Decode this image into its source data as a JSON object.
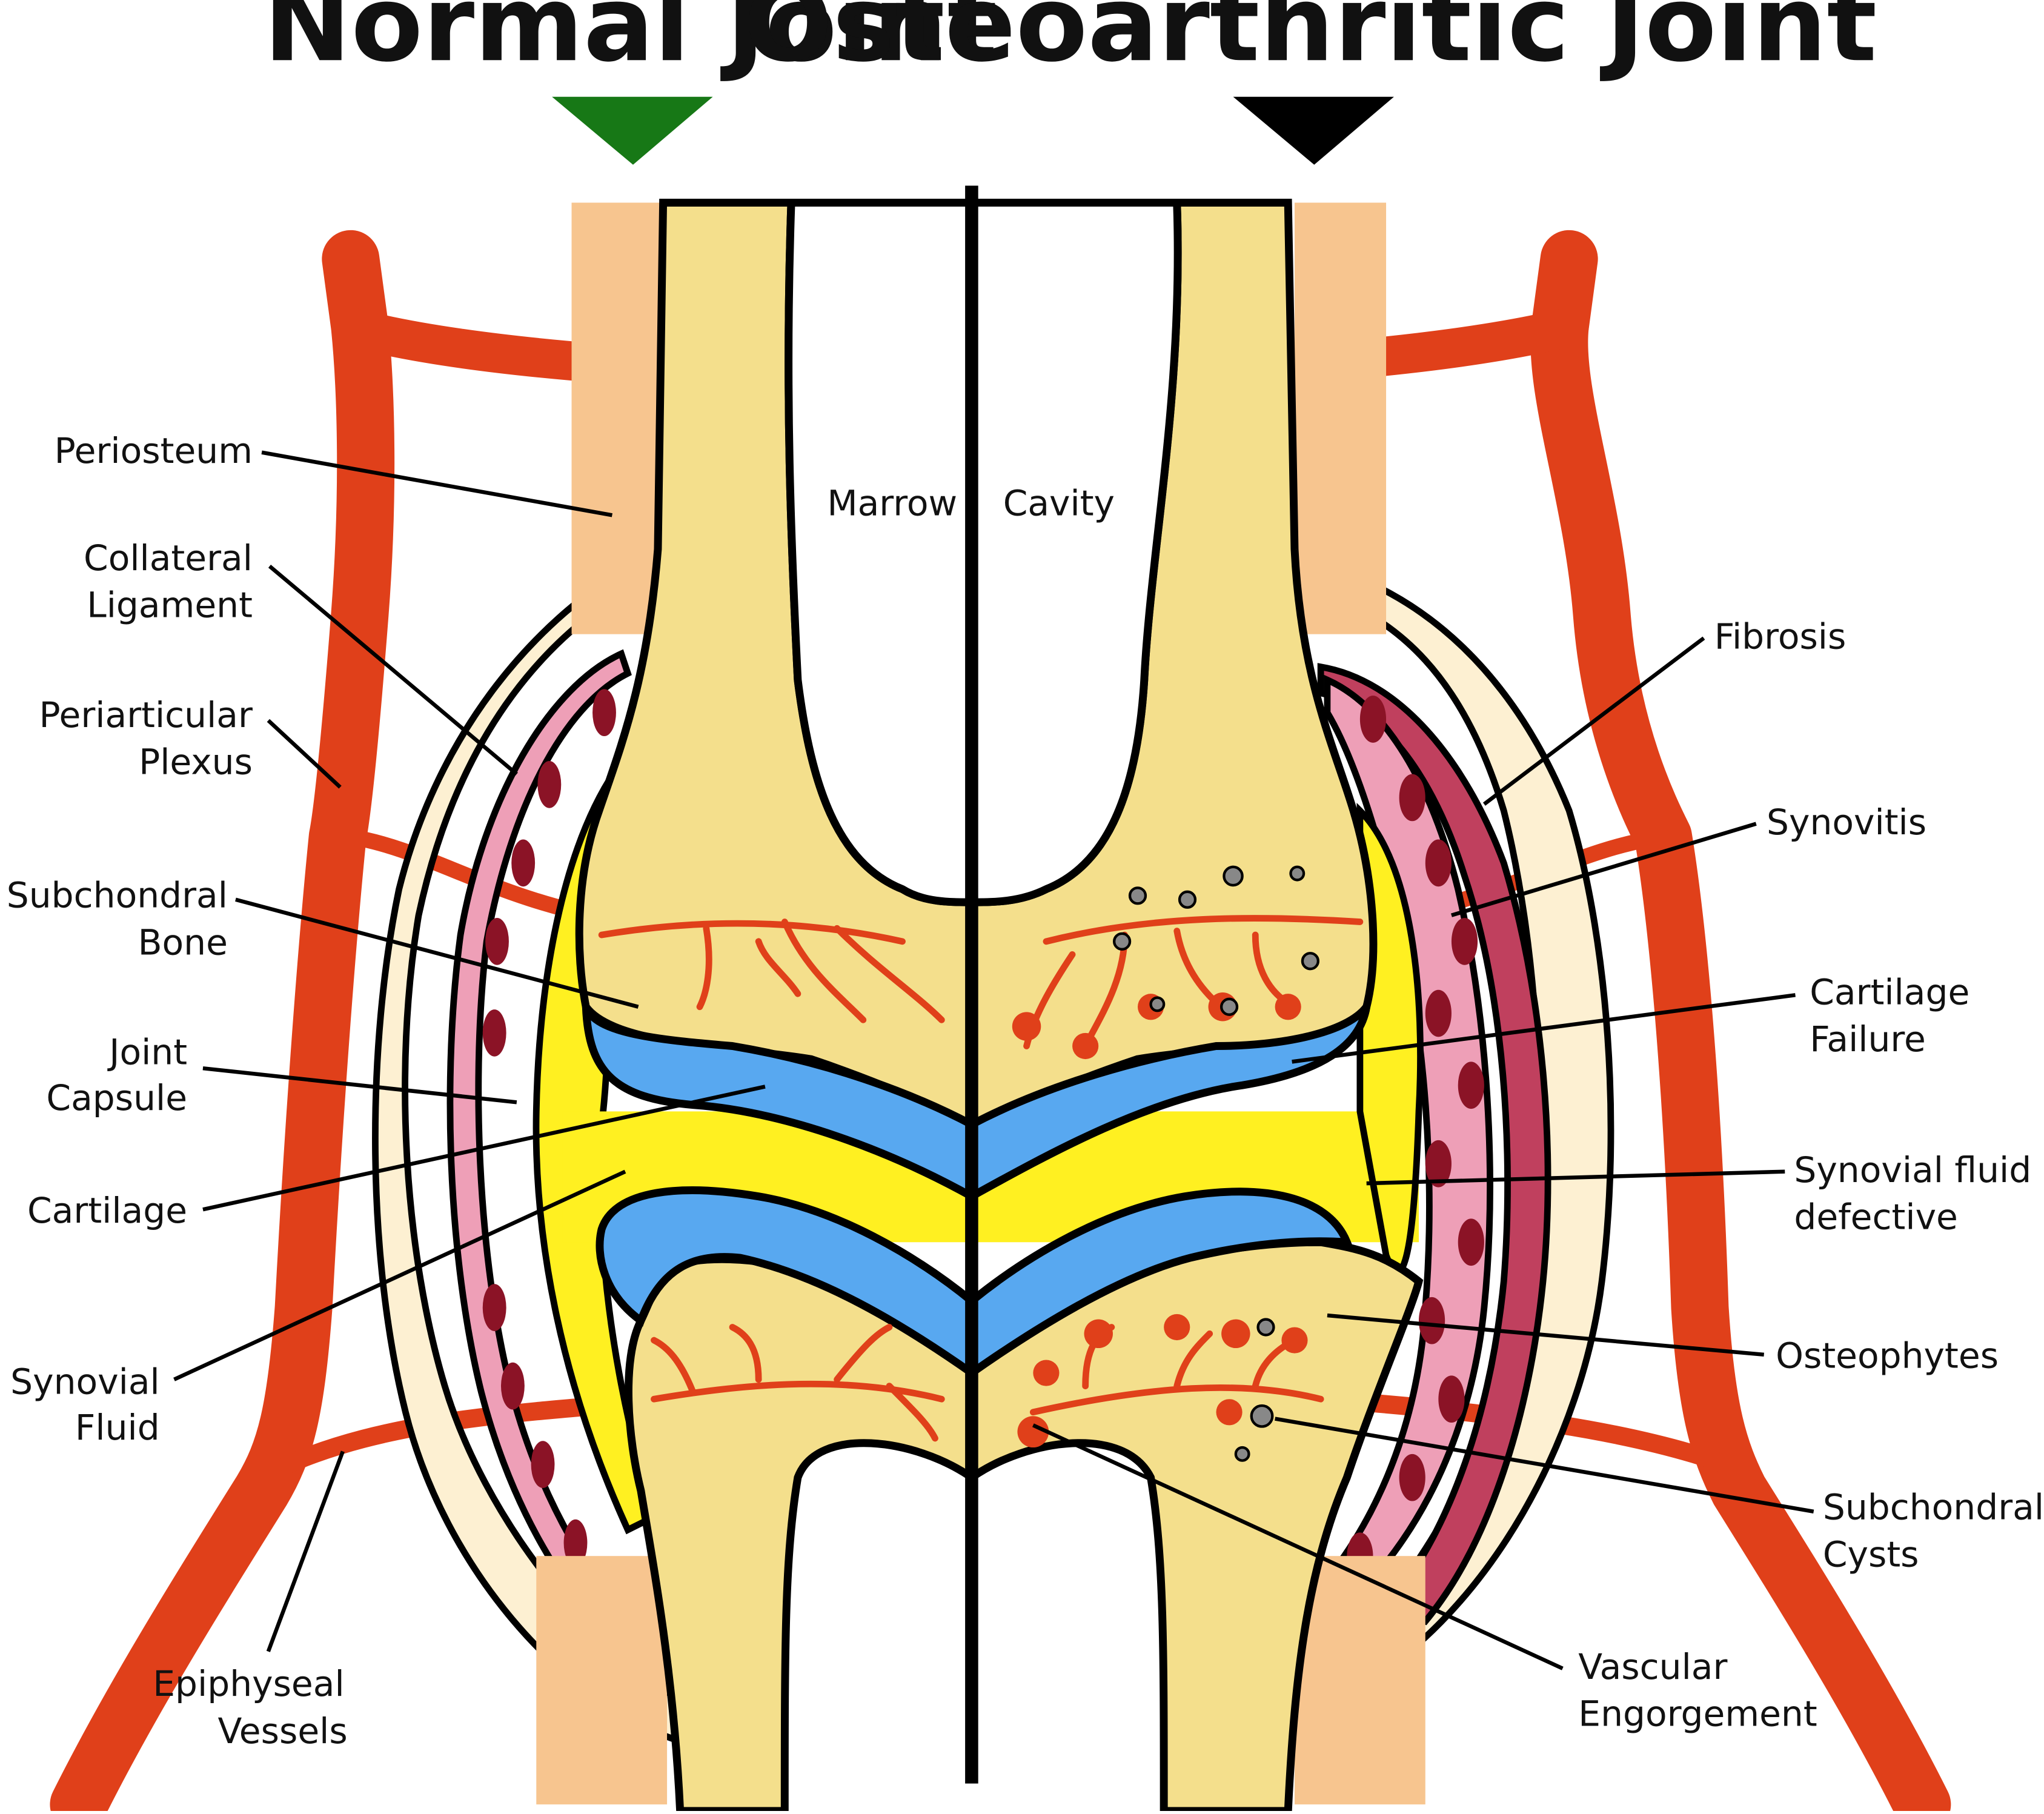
{
  "titles": {
    "normal": "Normal Joint",
    "oa": "Osteoarthritic Joint"
  },
  "labels": {
    "periosteum": "Periosteum",
    "collateral_1": "Collateral",
    "collateral_2": "Ligament",
    "periarticular_1": "Periarticular",
    "periarticular_2": "Plexus",
    "subchondral_bone_1": "Subchondral",
    "subchondral_bone_2": "Bone",
    "joint_capsule_1": "Joint",
    "joint_capsule_2": "Capsule",
    "cartilage": "Cartilage",
    "synovial_fluid_1": "Synovial",
    "synovial_fluid_2": "Fluid",
    "epiphyseal_1": "Epiphyseal",
    "epiphyseal_2": "Vessels",
    "marrow": "Marrow",
    "cavity": "Cavity",
    "fibrosis": "Fibrosis",
    "synovitis": "Synovitis",
    "cartilage_failure_1": "Cartilage",
    "cartilage_failure_2": "Failure",
    "synovial_defective_1": "Synovial fluid",
    "synovial_defective_2": "defective",
    "osteophytes": "Osteophytes",
    "subchondral_cysts_1": "Subchondral",
    "subchondral_cysts_2": "Cysts",
    "vascular_1": "Vascular",
    "vascular_2": "Engorgement"
  },
  "colors": {
    "vessel": "#e0401a",
    "bone": "#f4df8c",
    "periosteum": "#f7c58f",
    "capsule": "#fdf0d2",
    "synovium": "#ee9fb7",
    "synovium_spots": "#8b1326",
    "fibrosis": "#c0405e",
    "synovial_fluid": "#fff021",
    "cartilage": "#58a8f0",
    "normal_arrow": "#177816",
    "oa_arrow": "#000000",
    "outline": "#000000"
  }
}
